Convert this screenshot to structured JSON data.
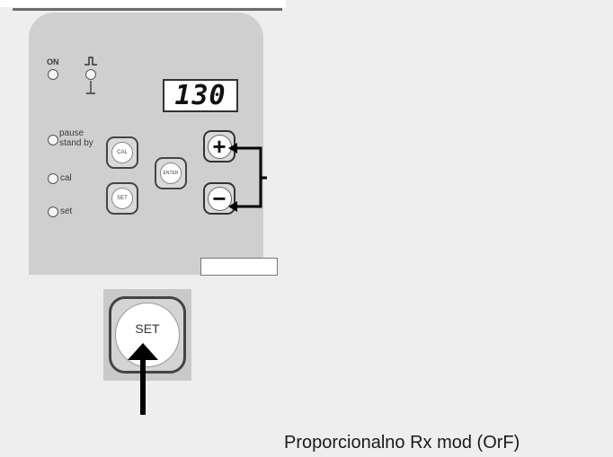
{
  "panel": {
    "on_label": "ON",
    "display_value": "130",
    "pause_label_1": "pause",
    "pause_label_2": "stand by",
    "cal_label": "cal",
    "set_label": "set",
    "cal_button": "CAL",
    "enter_button": "ENTER",
    "set_button": "SET",
    "plus_button": "+",
    "minus_button": "−"
  },
  "zoom": {
    "set_button": "SET"
  },
  "caption": "Proporcionalno Rx mod (OrF)"
}
